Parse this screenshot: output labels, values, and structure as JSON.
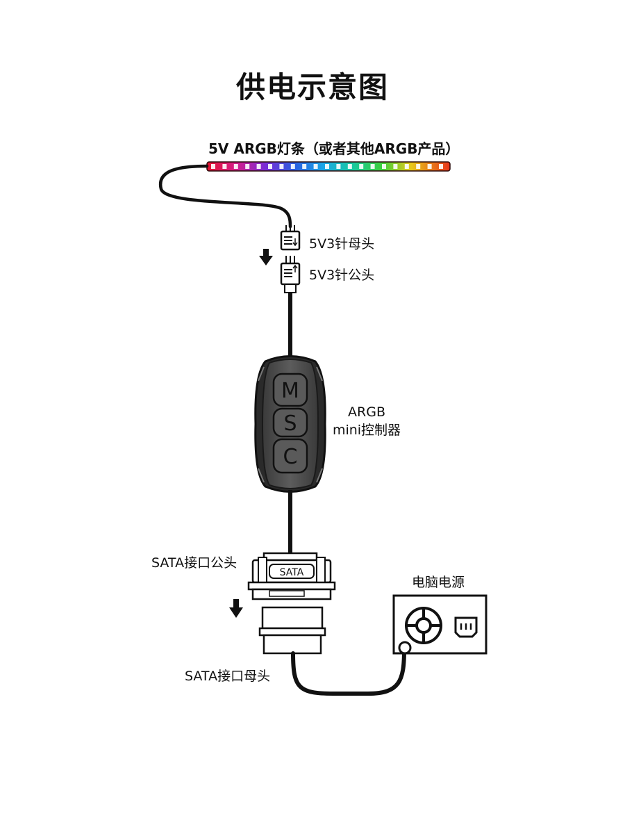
{
  "title": "供电示意图",
  "strip_label": "5V ARGB灯条（或者其他ARGB产品）",
  "connector_female_label": "5V3针母头",
  "connector_male_label": "5V3针公头",
  "controller": {
    "label_line1": "ARGB",
    "label_line2": "mini控制器",
    "buttons": [
      "M",
      "S",
      "C"
    ]
  },
  "sata_male_label": "SATA接口公头",
  "sata_plug_text": "SATA",
  "sata_female_label": "SATA接口母头",
  "psu_label": "电脑电源",
  "colors": {
    "cable": "#111111",
    "controller_body": "#555555",
    "controller_shell": "#2a2a2a",
    "led_strip_base": "#c0142a"
  }
}
